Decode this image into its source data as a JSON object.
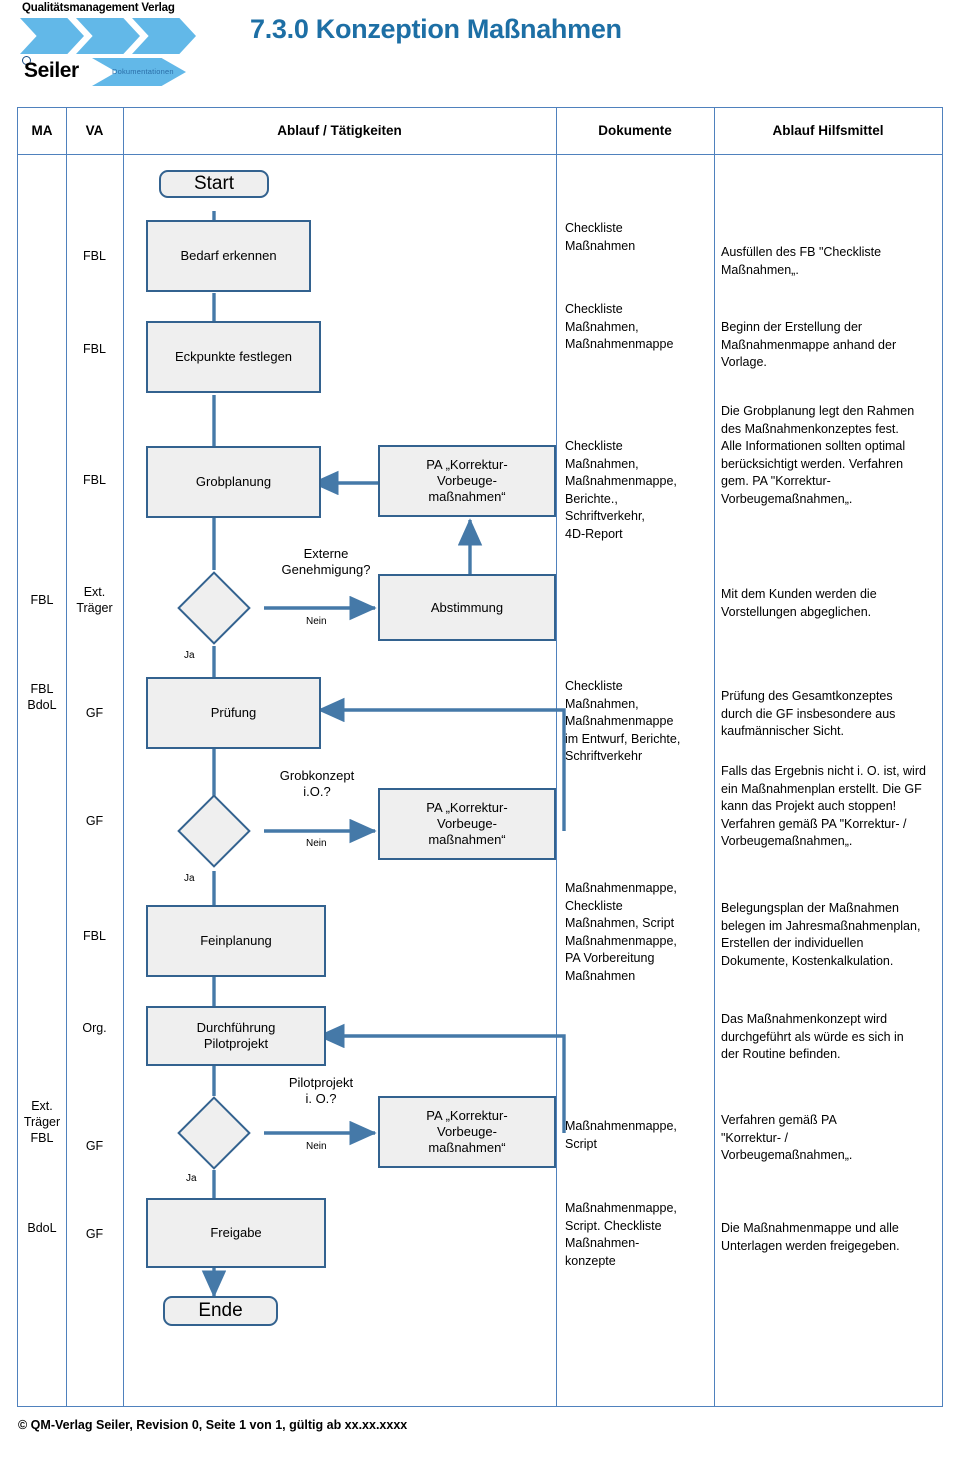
{
  "header": {
    "logo_title": "Qualitätsmanagement Verlag",
    "logo_brand": "Seiler",
    "logo_chevron_label": "Dokumentationen",
    "document_title": "7.3.0 Konzeption Maßnahmen",
    "title_color": "#1d6fa5",
    "chevron_color": "#62b8e8"
  },
  "table": {
    "columns": [
      {
        "key": "ma",
        "label": "MA"
      },
      {
        "key": "va",
        "label": "VA"
      },
      {
        "key": "ablauf",
        "label": "Ablauf / Tätigkeiten"
      },
      {
        "key": "dokumente",
        "label": "Dokumente"
      },
      {
        "key": "hilfsmittel",
        "label": "Ablauf Hilfsmittel"
      }
    ],
    "border_color": "#4f81bd"
  },
  "ma_column": [
    {
      "text": "FBL"
    },
    {
      "text": "FBL\nBdoL"
    },
    {
      "text": "Ext.\nTräger\nFBL"
    },
    {
      "text": "BdoL"
    }
  ],
  "va_column": [
    {
      "text": "FBL"
    },
    {
      "text": "FBL"
    },
    {
      "text": "FBL"
    },
    {
      "text": "Ext.\nTräger"
    },
    {
      "text": "GF"
    },
    {
      "text": "GF"
    },
    {
      "text": "FBL"
    },
    {
      "text": "Org."
    },
    {
      "text": "GF"
    },
    {
      "text": "GF"
    }
  ],
  "flow": {
    "node_fill": "#efefef",
    "node_border": "#33628f",
    "connector_color": "#4579a8",
    "nodes": [
      {
        "id": "start",
        "label": "Start",
        "shape": "terminator"
      },
      {
        "id": "bedarf",
        "label": "Bedarf erkennen",
        "shape": "process"
      },
      {
        "id": "eckpunkte",
        "label": "Eckpunkte festlegen",
        "shape": "process"
      },
      {
        "id": "grobplanung",
        "label": "Grobplanung",
        "shape": "process"
      },
      {
        "id": "pa1",
        "label": "PA „Korrektur-\nVorbeuge-\nmaßnahmen“",
        "shape": "process"
      },
      {
        "id": "genehmigung",
        "label": "",
        "shape": "decision",
        "question": "Externe\nGenehmigung?"
      },
      {
        "id": "abstimmung",
        "label": "Abstimmung",
        "shape": "process"
      },
      {
        "id": "pruefung",
        "label": "Prüfung",
        "shape": "process"
      },
      {
        "id": "grobkonzept",
        "label": "",
        "shape": "decision",
        "question": "Grobkonzept\ni.O.?"
      },
      {
        "id": "pa2",
        "label": "PA „Korrektur-\nVorbeuge-\nmaßnahmen“",
        "shape": "process"
      },
      {
        "id": "feinplanung",
        "label": "Feinplanung",
        "shape": "process"
      },
      {
        "id": "durchfuehrung",
        "label": "Durchführung\nPilotprojekt",
        "shape": "process"
      },
      {
        "id": "pilot",
        "label": "",
        "shape": "decision",
        "question": "Pilotprojekt\ni. O.?"
      },
      {
        "id": "pa3",
        "label": "PA „Korrektur-\nVorbeuge-\nmaßnahmen“",
        "shape": "process"
      },
      {
        "id": "freigabe",
        "label": "Freigabe",
        "shape": "process"
      },
      {
        "id": "ende",
        "label": "Ende",
        "shape": "terminator"
      }
    ],
    "edge_labels": {
      "nein1": "Nein",
      "ja1": "Ja",
      "nein2": "Nein",
      "ja2": "Ja",
      "nein3": "Nein",
      "ja3": "Ja"
    }
  },
  "dokumente": [
    {
      "text": "Checkliste\nMaßnahmen"
    },
    {
      "text": "Checkliste\nMaßnahmen,\nMaßnahmenmappe"
    },
    {
      "text": "Checkliste\nMaßnahmen,\nMaßnahmenmappe,\nBerichte.,\nSchriftverkehr,\n4D-Report"
    },
    {
      "text": "Checkliste\nMaßnahmen,\nMaßnahmenmappe\nim Entwurf, Berichte,\nSchriftverkehr"
    },
    {
      "text": "Maßnahmenmappe,\nCheckliste\nMaßnahmen, Script\nMaßnahmenmappe,\nPA Vorbereitung\nMaßnahmen"
    },
    {
      "text": "Maßnahmenmappe,\nScript"
    },
    {
      "text": "Maßnahmenmappe,\nScript. Checkliste\nMaßnahmen-\nkonzepte"
    }
  ],
  "hilfsmittel": [
    {
      "text": "Ausfüllen des FB \"Checkliste\nMaßnahmen„."
    },
    {
      "text": "Beginn der Erstellung der\nMaßnahmenmappe anhand der\nVorlage."
    },
    {
      "text": "Die Grobplanung legt den Rahmen\ndes Maßnahmenkonzeptes fest.\nAlle Informationen sollten optimal\nberücksichtigt werden. Verfahren\ngem. PA \"Korrektur-\nVorbeugemaßnahmen„."
    },
    {
      "text": "Mit dem Kunden werden die\nVorstellungen abgeglichen."
    },
    {
      "text": "Prüfung des Gesamtkonzeptes\ndurch die GF insbesondere aus\nkaufmännischer Sicht."
    },
    {
      "text": "Falls das Ergebnis nicht i. O. ist, wird\nein Maßnahmenplan erstellt. Die GF\nkann das Projekt auch stoppen!\nVerfahren gemäß PA \"Korrektur- /\nVorbeugemaßnahmen„."
    },
    {
      "text": "Belegungsplan der Maßnahmen\nbelegen im Jahresmaßnahmenplan,\nErstellen der individuellen\nDokumente, Kostenkalkulation."
    },
    {
      "text": "Das Maßnahmenkonzept wird\ndurchgeführt als würde es sich in\nder Routine befinden."
    },
    {
      "text": "Verfahren gemäß PA\n\"Korrektur- /\nVorbeugemaßnahmen„."
    },
    {
      "text": "Die Maßnahmenmappe und alle\nUnterlagen werden freigegeben."
    }
  ],
  "footer": {
    "text": "© QM-Verlag Seiler, Revision 0, Seite 1 von 1, gültig ab xx.xx.xxxx"
  }
}
